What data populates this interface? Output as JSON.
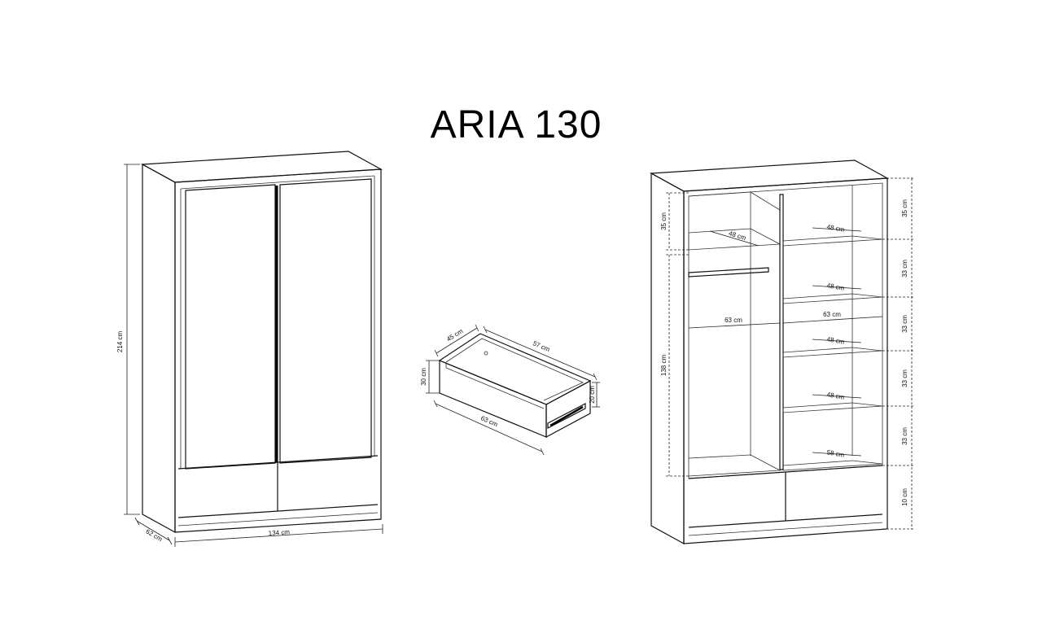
{
  "title": "ARIA 130",
  "wardrobe_closed": {
    "height_label": "214 cm",
    "depth_label": "62 cm",
    "width_label": "134 cm"
  },
  "drawer": {
    "depth_label": "45 cm",
    "length_label": "57 cm",
    "height_label": "30 cm",
    "inner_height_label": "20 cm",
    "width_label": "63 cm"
  },
  "wardrobe_open": {
    "left_top_label": "35 cm",
    "left_main_label": "138 cm",
    "left_shelf_label": "48 cm",
    "rail_width_label": "63 cm",
    "right_width_label": "63 cm",
    "shelf_depth_labels": [
      "48 cm",
      "48 cm",
      "48 cm",
      "48 cm",
      "58 cm"
    ],
    "right_height_labels": [
      "35 cm",
      "33 cm",
      "33 cm",
      "33 cm",
      "33 cm",
      "10 cm"
    ]
  }
}
